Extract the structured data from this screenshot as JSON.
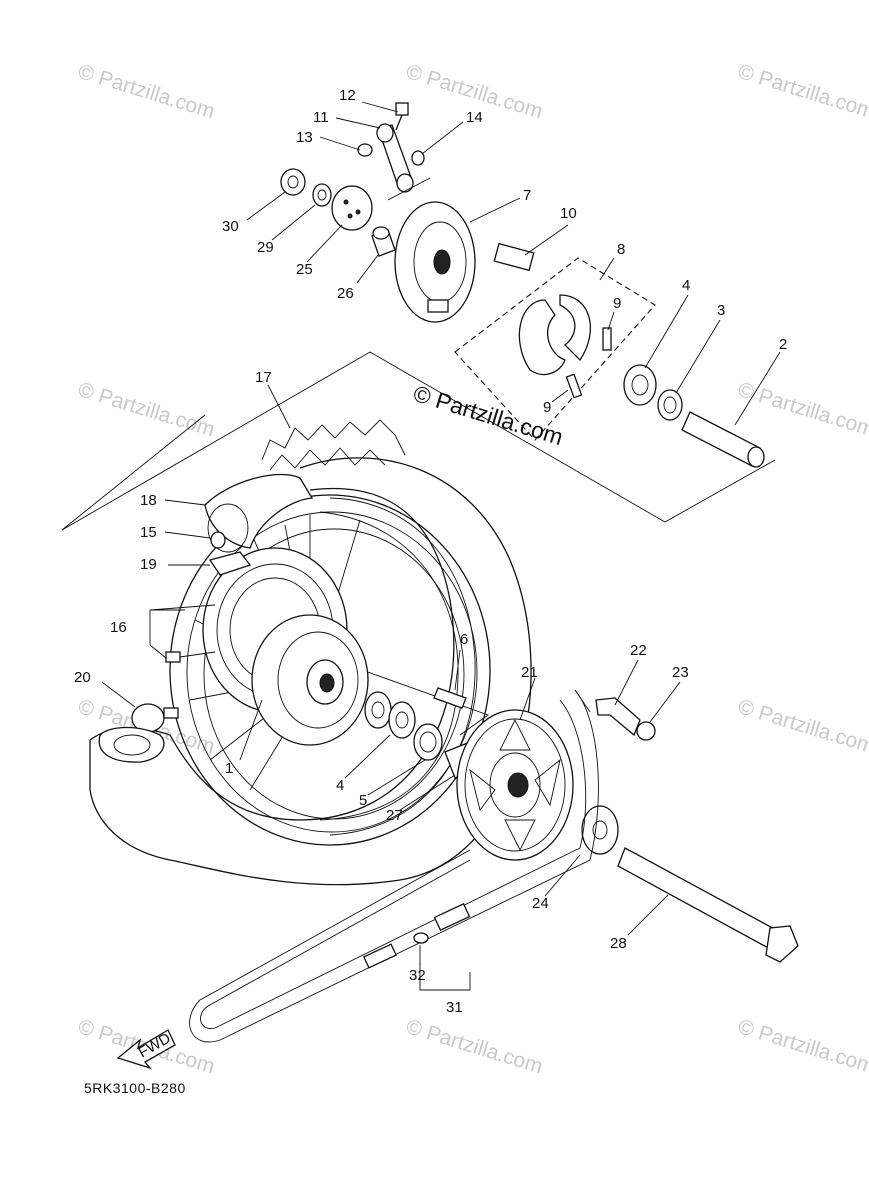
{
  "watermark": "© Partzilla.com",
  "diagram_code": "5RK3100-B280",
  "fwd_label": "FWD",
  "callouts": {
    "p1": "1",
    "p2": "2",
    "p3": "3",
    "p4a": "4",
    "p4b": "4",
    "p5": "5",
    "p6": "6",
    "p7": "7",
    "p8": "8",
    "p9a": "9",
    "p9b": "9",
    "p10": "10",
    "p11": "11",
    "p12": "12",
    "p13": "13",
    "p14": "14",
    "p15": "15",
    "p16": "16",
    "p17": "17",
    "p18": "18",
    "p19": "19",
    "p20": "20",
    "p21": "21",
    "p22": "22",
    "p23": "23",
    "p24": "24",
    "p25": "25",
    "p26": "26",
    "p27": "27",
    "p28": "28",
    "p29": "29",
    "p30": "30",
    "p31": "31",
    "p32": "32"
  }
}
